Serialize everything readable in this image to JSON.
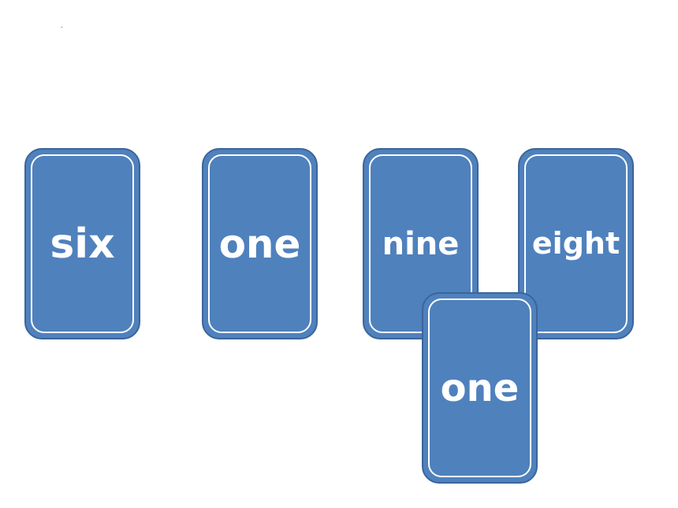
{
  "cards": [
    {
      "label": "six"
    },
    {
      "label": "one"
    },
    {
      "label": "nine"
    },
    {
      "label": "eight"
    },
    {
      "label": "one"
    }
  ],
  "colors": {
    "card_fill": "#4f81bd",
    "card_border": "#3b659a",
    "card_inner_border": "#ffffff",
    "label": "#ffffff",
    "background": "#ffffff"
  }
}
